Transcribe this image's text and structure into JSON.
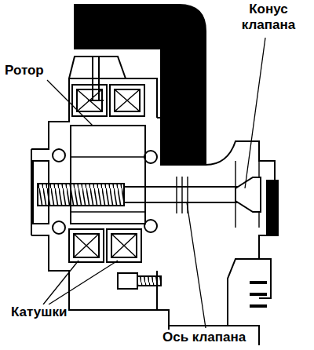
{
  "diagram": {
    "labels": [
      "Конус клапана",
      "Ротор",
      "Катушки",
      "Ось клапана"
    ]
  }
}
